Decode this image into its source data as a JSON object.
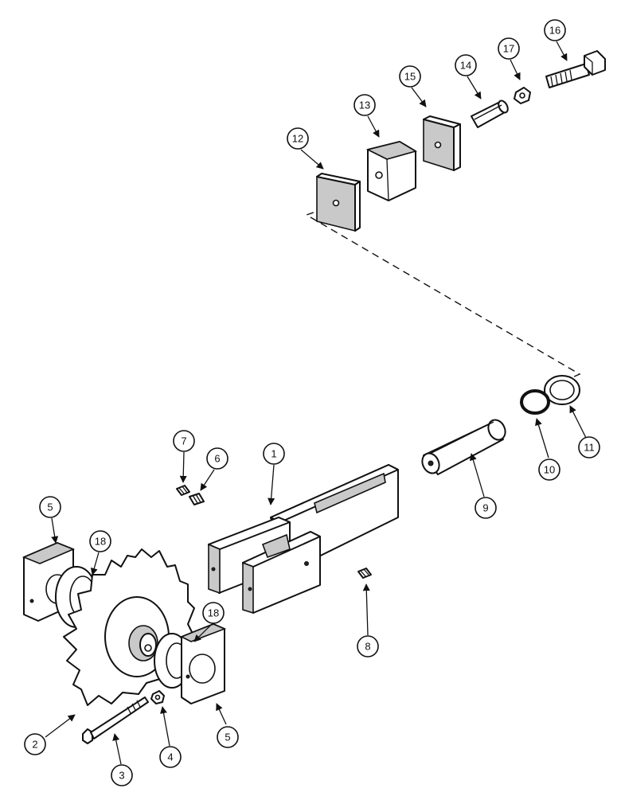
{
  "callouts": {
    "c1": "1",
    "c2": "2",
    "c3": "3",
    "c4": "4",
    "c5a": "5",
    "c5b": "5",
    "c6": "6",
    "c7": "7",
    "c8": "8",
    "c9": "9",
    "c10": "10",
    "c11": "11",
    "c12": "12",
    "c13": "13",
    "c14": "14",
    "c15": "15",
    "c16": "16",
    "c17": "17",
    "c18a": "18",
    "c18b": "18"
  }
}
